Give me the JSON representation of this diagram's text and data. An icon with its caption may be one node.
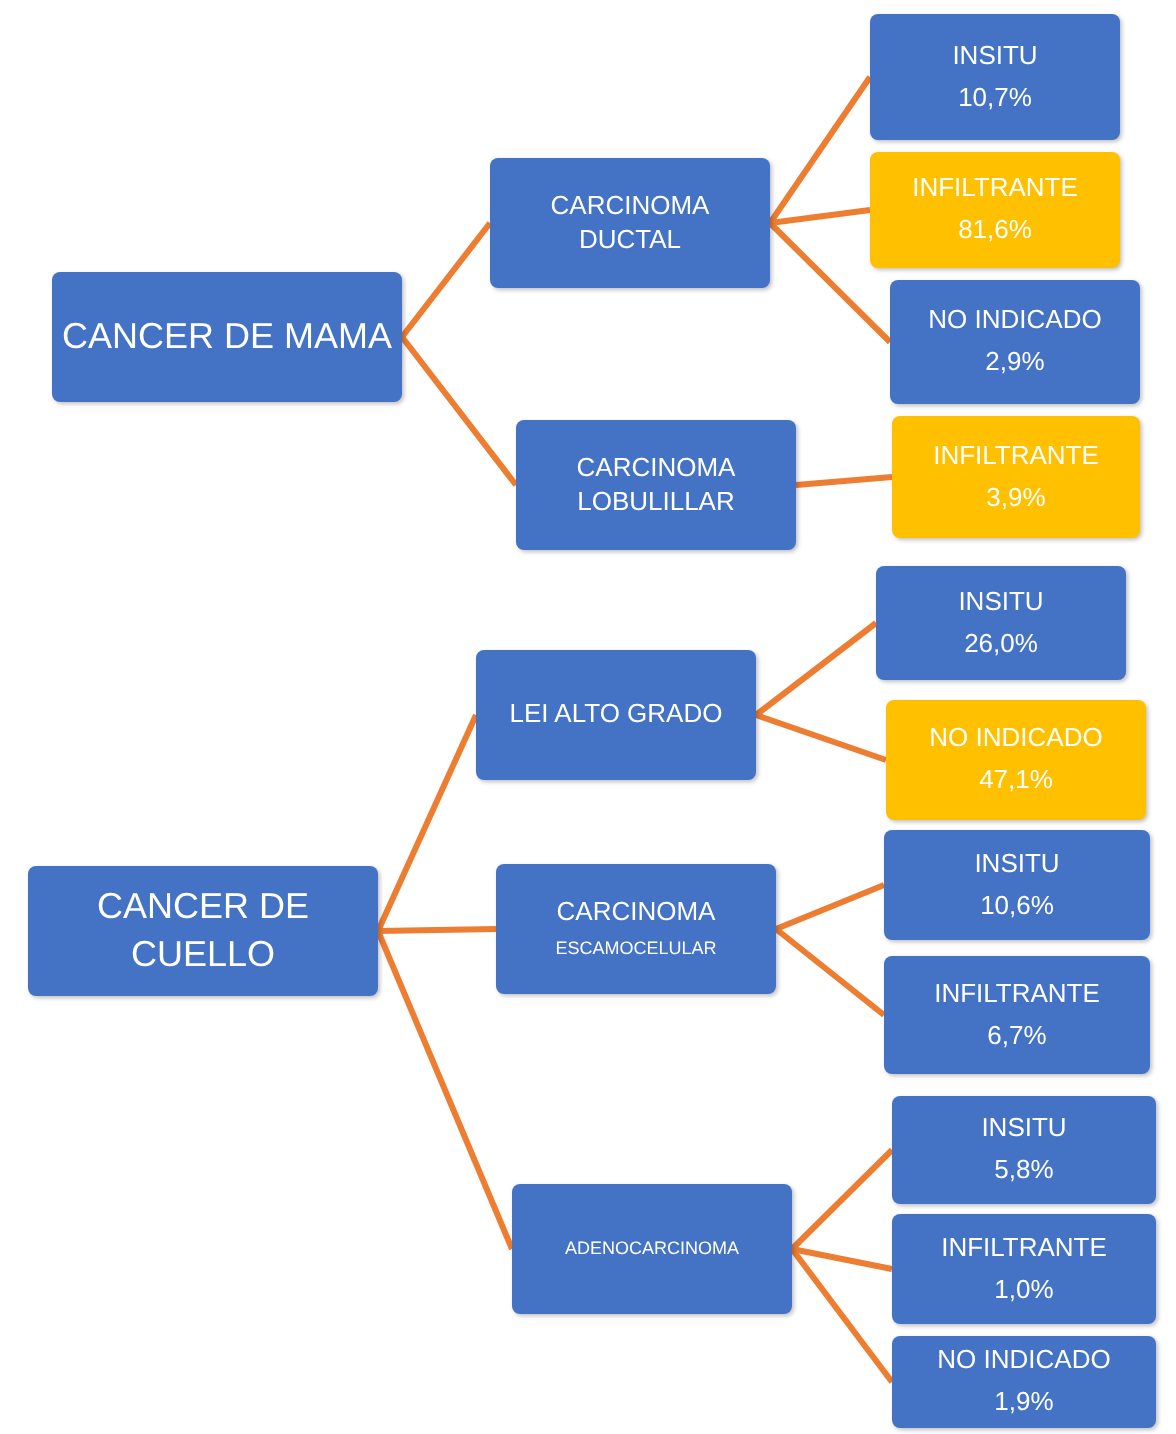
{
  "diagram": {
    "nodes": [
      {
        "text": [
          "CANCER DE MAMA"
        ]
      },
      {
        "text": [
          "CARCINOMA DUCTAL"
        ]
      },
      {
        "text": [
          "INSITU",
          "10,7%"
        ]
      },
      {
        "text": [
          "INFILTRANTE",
          "81,6%"
        ]
      },
      {
        "text": [
          "NO INDICADO",
          "2,9%"
        ]
      },
      {
        "text": [
          "CARCINOMA LOBULILLAR"
        ]
      },
      {
        "text": [
          "INFILTRANTE",
          "3,9%"
        ]
      },
      {
        "text": [
          "CANCER DE CUELLO"
        ]
      },
      {
        "text": [
          "LEI ALTO GRADO"
        ]
      },
      {
        "text": [
          "INSITU",
          "26,0%"
        ]
      },
      {
        "text": [
          "NO INDICADO",
          "47,1%"
        ]
      },
      {
        "text": [
          "CARCINOMA",
          "ESCAMOCELULAR"
        ]
      },
      {
        "text": [
          "INSITU",
          "10,6%"
        ]
      },
      {
        "text": [
          "INFILTRANTE",
          "6,7%"
        ]
      },
      {
        "text": [
          "ADENOCARCINOMA"
        ]
      },
      {
        "text": [
          "INSITU",
          "5,8%"
        ]
      },
      {
        "text": [
          "INFILTRANTE",
          "1,0%"
        ]
      },
      {
        "text": [
          "NO INDICADO",
          "1,9%"
        ]
      }
    ],
    "edges": [
      {
        "from": 0,
        "to": 1,
        "arrow": "none"
      },
      {
        "from": 0,
        "to": 5,
        "arrow": "none"
      },
      {
        "from": 1,
        "to": 2,
        "arrow": "none"
      },
      {
        "from": 1,
        "to": 3,
        "arrow": "none"
      },
      {
        "from": 1,
        "to": 4,
        "arrow": "none"
      },
      {
        "from": 5,
        "to": 6,
        "arrow": "none"
      },
      {
        "from": 7,
        "to": 8,
        "arrow": "none"
      },
      {
        "from": 7,
        "to": 11,
        "arrow": "none"
      },
      {
        "from": 7,
        "to": 14,
        "arrow": "none"
      },
      {
        "from": 8,
        "to": 9,
        "arrow": "none"
      },
      {
        "from": 8,
        "to": 10,
        "arrow": "none"
      },
      {
        "from": 11,
        "to": 12,
        "arrow": "none"
      },
      {
        "from": 11,
        "to": 13,
        "arrow": "none"
      },
      {
        "from": 14,
        "to": 15,
        "arrow": "none"
      },
      {
        "from": 14,
        "to": 16,
        "arrow": "none"
      },
      {
        "from": 14,
        "to": 17,
        "arrow": "none"
      }
    ]
  }
}
